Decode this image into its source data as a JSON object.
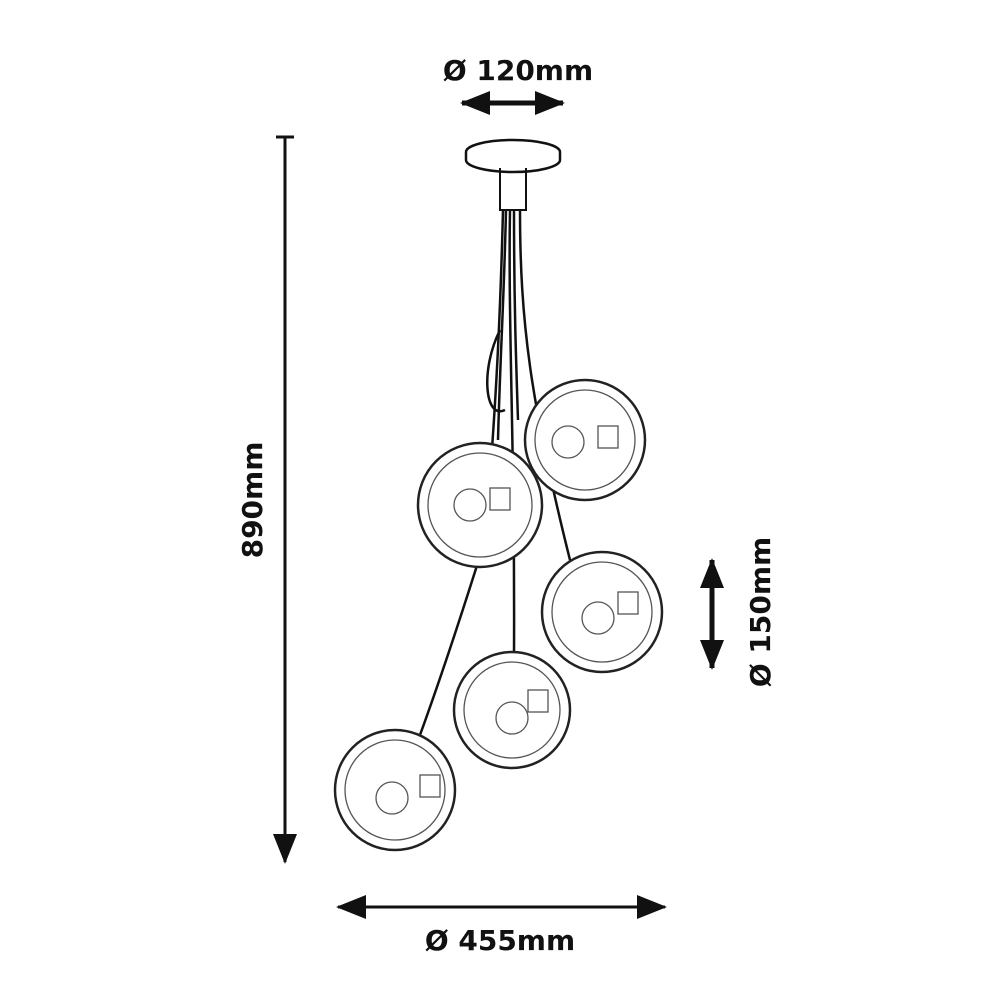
{
  "dimensions": {
    "canopy_diameter": "Ø 120mm",
    "total_height": "890mm",
    "globe_diameter": "Ø 150mm",
    "total_width": "Ø 455mm"
  },
  "colors": {
    "line": "#111111",
    "background": "#ffffff"
  }
}
